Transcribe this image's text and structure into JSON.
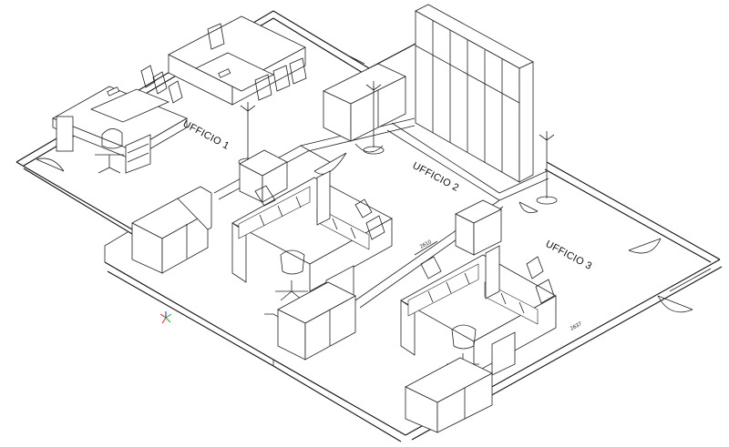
{
  "rooms": {
    "office_1": "UFFICIO 1",
    "office_2": "UFFICIO 2",
    "office_3": "UFFICIO 3"
  },
  "dimensions": {
    "dim_a": "2610",
    "dim_b": "2637"
  },
  "colors": {
    "ink": "#111111",
    "background": "#ffffff",
    "axis_red": "#d22",
    "axis_green": "#2a2",
    "axis_blue": "#22d"
  }
}
